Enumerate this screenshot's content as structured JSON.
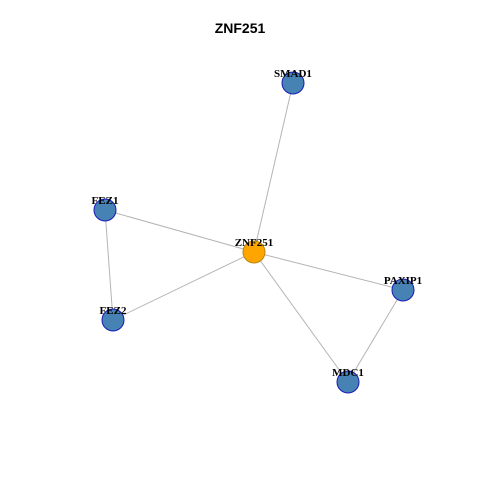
{
  "title": "ZNF251",
  "network": {
    "center": "ZNF251",
    "colors": {
      "center_fill": "#FFA500",
      "center_stroke": "#B8860B",
      "neighbor_fill": "#4682B4",
      "neighbor_stroke": "#1A1AB8",
      "edge": "#B4B4B4"
    },
    "nodes": [
      {
        "id": "ZNF251",
        "label": "ZNF251",
        "role": "center"
      },
      {
        "id": "SMAD1",
        "label": "SMAD1",
        "role": "neighbor"
      },
      {
        "id": "FEZ1",
        "label": "FEZ1",
        "role": "neighbor"
      },
      {
        "id": "FEZ2",
        "label": "FEZ2",
        "role": "neighbor"
      },
      {
        "id": "PAXIP1",
        "label": "PAXIP1",
        "role": "neighbor"
      },
      {
        "id": "MDC1",
        "label": "MDC1",
        "role": "neighbor"
      }
    ],
    "edges": [
      [
        "ZNF251",
        "SMAD1"
      ],
      [
        "ZNF251",
        "FEZ1"
      ],
      [
        "ZNF251",
        "FEZ2"
      ],
      [
        "ZNF251",
        "PAXIP1"
      ],
      [
        "ZNF251",
        "MDC1"
      ],
      [
        "FEZ1",
        "FEZ2"
      ],
      [
        "PAXIP1",
        "MDC1"
      ]
    ]
  }
}
